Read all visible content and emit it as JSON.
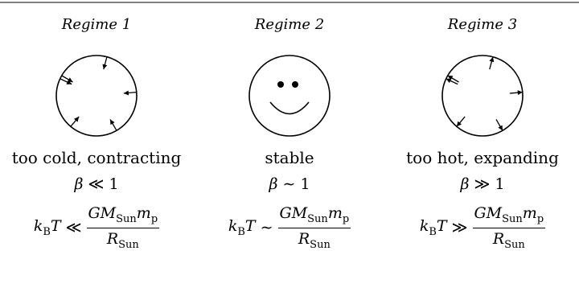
{
  "regimes": [
    {
      "title": "Regime 1",
      "description": "too cold, contracting",
      "beta_symbol": "β",
      "beta_relation": "≪",
      "beta_value": "1",
      "arrows": "inward",
      "relation": "≪"
    },
    {
      "title": "Regime 2",
      "description": "stable",
      "beta_symbol": "β",
      "beta_relation": "∼",
      "beta_value": "1",
      "arrows": "none",
      "relation": "∼"
    },
    {
      "title": "Regime 3",
      "description": "too hot, expanding",
      "beta_symbol": "β",
      "beta_relation": "≫",
      "beta_value": "1",
      "arrows": "outward",
      "relation": "≫"
    }
  ],
  "formula": {
    "lhs_k": "k",
    "lhs_k_sub": "B",
    "lhs_T": "T",
    "num_GM": "GM",
    "num_sub": "Sun",
    "num_m": "m",
    "num_m_sub": "p",
    "den_R": "R",
    "den_sub": "Sun"
  }
}
